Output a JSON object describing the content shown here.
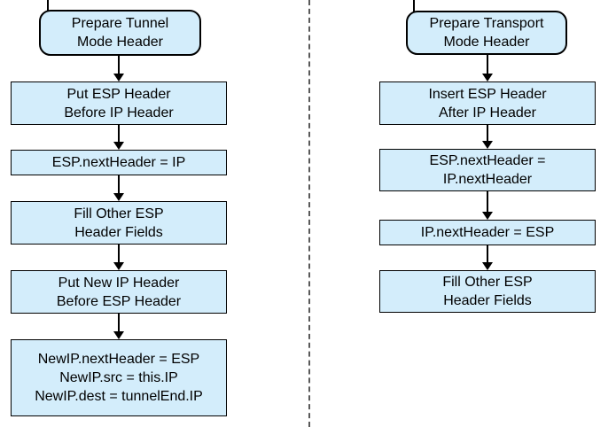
{
  "diagram": {
    "title_hint": "ESP header preparation flowcharts",
    "colors": {
      "box_fill": "#d3edfb",
      "box_border": "#000000",
      "arrow": "#000000",
      "divider": "#595959",
      "background": "#ffffff"
    },
    "tunnel": {
      "start": "Prepare Tunnel\nMode Header",
      "steps": [
        "Put ESP Header\nBefore IP Header",
        "ESP.nextHeader = IP",
        "Fill Other ESP\nHeader Fields",
        "Put New IP Header\nBefore ESP Header",
        "NewIP.nextHeader = ESP\nNewIP.src = this.IP\nNewIP.dest = tunnelEnd.IP"
      ]
    },
    "transport": {
      "start": "Prepare Transport\nMode Header",
      "steps": [
        "Insert ESP Header\nAfter IP Header",
        "ESP.nextHeader =\nIP.nextHeader",
        "IP.nextHeader = ESP",
        "Fill Other ESP\nHeader Fields"
      ]
    }
  }
}
